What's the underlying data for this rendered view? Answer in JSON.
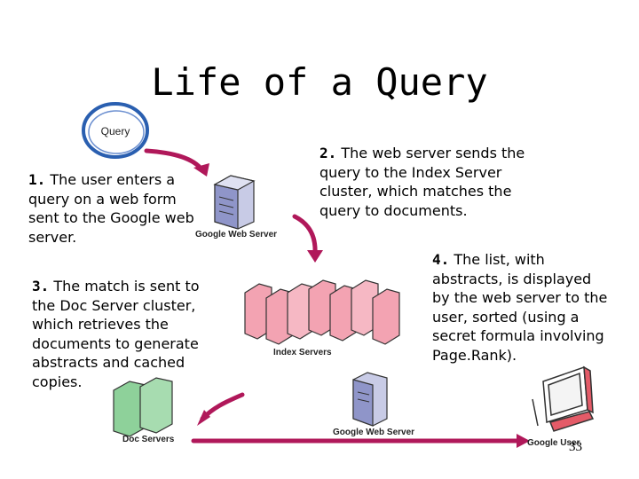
{
  "title": "Life of a Query",
  "query_bubble": "Query",
  "steps": [
    {
      "num": "1.",
      "text": "The user enters a query on a web form sent to the Google web server."
    },
    {
      "num": "2.",
      "text": "The web server sends the query to the Index Server cluster, which matches the query to documents."
    },
    {
      "num": "3.",
      "text": "The match is sent to the Doc Server cluster, which retrieves the documents to generate abstracts and cached copies."
    },
    {
      "num": "4.",
      "text": "The list, with abstracts, is displayed by the web server to the user, sorted (using a secret formula involving Page.Rank)."
    }
  ],
  "labels": {
    "google_web_server_top": "Google Web Server",
    "index_servers": "Index Servers",
    "doc_servers": "Doc Servers",
    "google_web_server_bottom": "Google Web Server",
    "google_user": "Google User"
  },
  "page_number": "33",
  "colors": {
    "arrow": "#b0185a",
    "query_ring": "#2a5fb0",
    "server_blue": "#8f95c9",
    "server_pink": "#f3a3b2",
    "server_green": "#8ed19a",
    "monitor_red": "#e45b68"
  }
}
